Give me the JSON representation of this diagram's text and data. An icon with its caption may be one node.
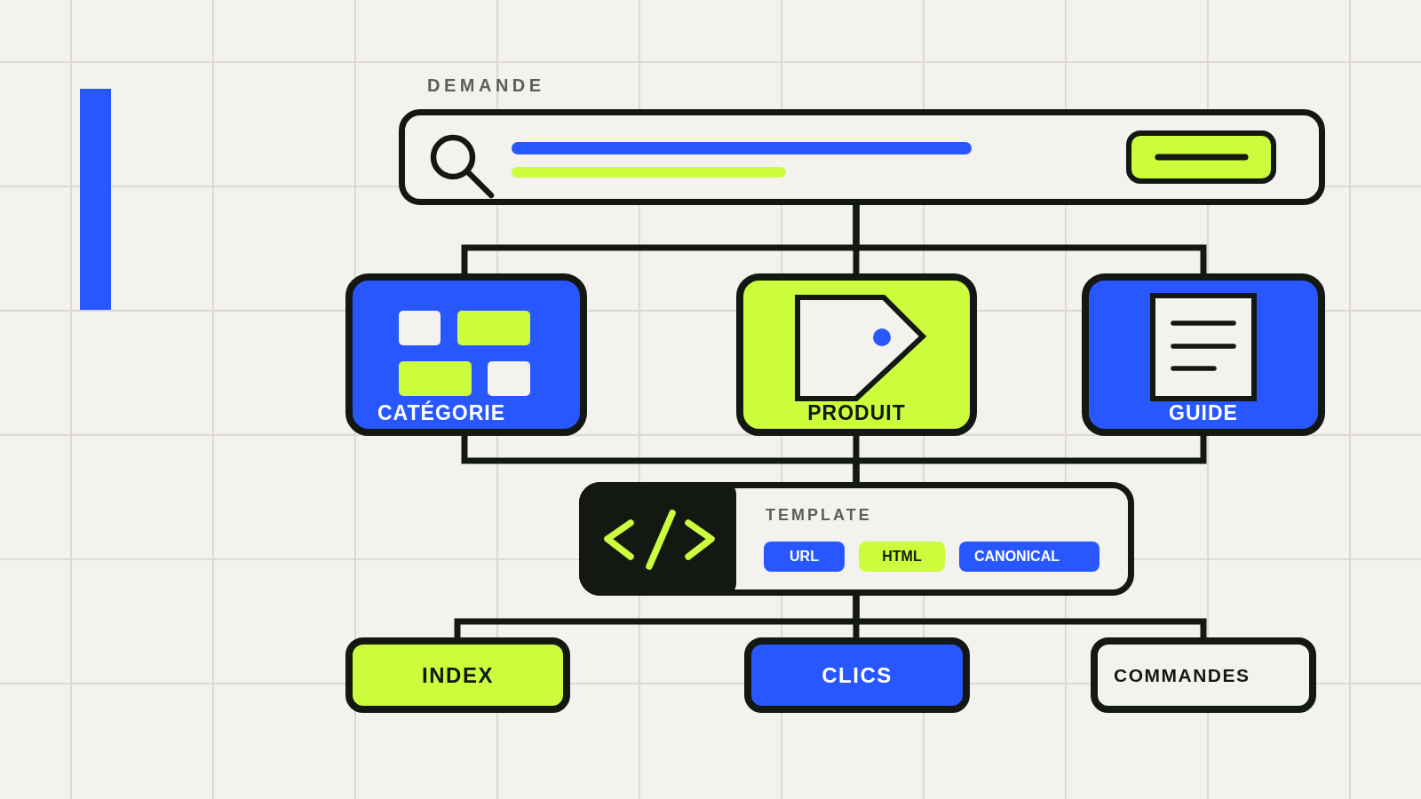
{
  "diagram": {
    "nodes": [
      {
        "text": [
          "DEMANDE"
        ]
      },
      {
        "text": [
          "CATÉGORIE"
        ]
      },
      {
        "text": [
          "PRODUIT"
        ]
      },
      {
        "text": [
          "GUIDE"
        ]
      },
      {
        "text": [
          "TEMPLATE"
        ]
      },
      {
        "text": [
          "URL"
        ],
        "in": 4
      },
      {
        "text": [
          "HTML"
        ],
        "in": 4
      },
      {
        "text": [
          "CANONICAL"
        ],
        "in": 4
      },
      {
        "text": [
          "INDEX"
        ]
      },
      {
        "text": [
          "CLICS"
        ]
      },
      {
        "text": [
          "COMMANDES"
        ]
      }
    ],
    "edges": [
      {
        "from": 0,
        "to": 1,
        "arrow": "none"
      },
      {
        "from": 0,
        "to": 2,
        "arrow": "none"
      },
      {
        "from": 0,
        "to": 3,
        "arrow": "none"
      },
      {
        "from": 1,
        "to": 4,
        "arrow": "none"
      },
      {
        "from": 2,
        "to": 4,
        "arrow": "none"
      },
      {
        "from": 3,
        "to": 4,
        "arrow": "none"
      },
      {
        "from": 4,
        "to": 8,
        "arrow": "none"
      },
      {
        "from": 4,
        "to": 9,
        "arrow": "none"
      },
      {
        "from": 4,
        "to": 10,
        "arrow": "none"
      }
    ]
  }
}
